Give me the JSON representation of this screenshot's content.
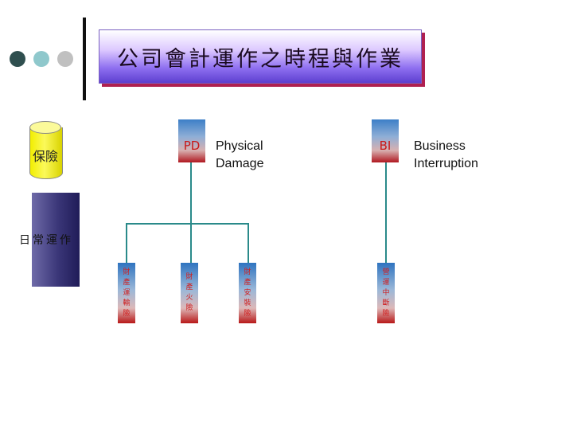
{
  "title": "公司會計運作之時程與作業",
  "bullet_colors": [
    "#2f4f4f",
    "#8fc8cc",
    "#c0c0c0"
  ],
  "insurance": {
    "label": "保險",
    "color": "#f2ee00"
  },
  "daily_ops": {
    "label": "日常運作"
  },
  "pd": {
    "abbr": "PD",
    "desc_line1": "Physical",
    "desc_line2": "Damage"
  },
  "bi": {
    "abbr": "BI",
    "desc_line1": "Business",
    "desc_line2": "Interruption"
  },
  "leaves": [
    {
      "chars": [
        "財",
        "產",
        "運",
        "輸",
        "險"
      ]
    },
    {
      "chars": [
        "財",
        "產",
        "火",
        "險"
      ]
    },
    {
      "chars": [
        "財",
        "產",
        "安",
        "裝",
        "險"
      ]
    },
    {
      "chars": [
        "營",
        "運",
        "中",
        "斷",
        "險"
      ]
    }
  ],
  "colors": {
    "connector": "#2a8a8a",
    "node_text": "#c81818"
  }
}
